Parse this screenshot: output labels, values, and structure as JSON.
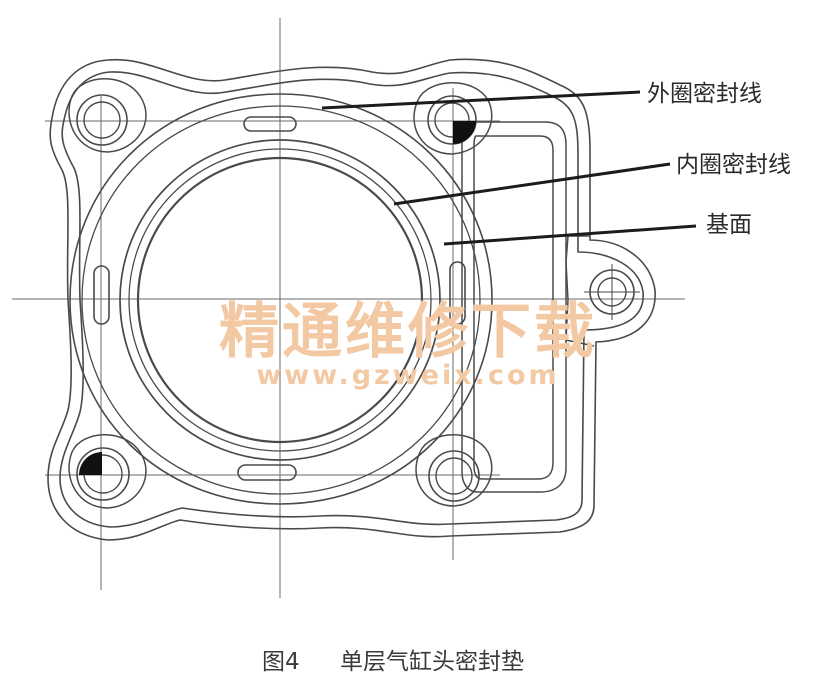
{
  "diagram": {
    "labels": {
      "outer_seal_line": "外圈密封线",
      "inner_seal_line": "内圈密封线",
      "base_surface": "基面"
    },
    "caption": {
      "figure_number": "图4",
      "title": "单层气缸头密封垫"
    }
  },
  "watermark": {
    "site_name": "精通维修下载",
    "url": "www.gzweix.com",
    "color": "#f3c9a4"
  },
  "colors": {
    "line": "#4a4a4a",
    "leader": "#1c1c1c",
    "marker": "#111111",
    "background": "#ffffff"
  }
}
